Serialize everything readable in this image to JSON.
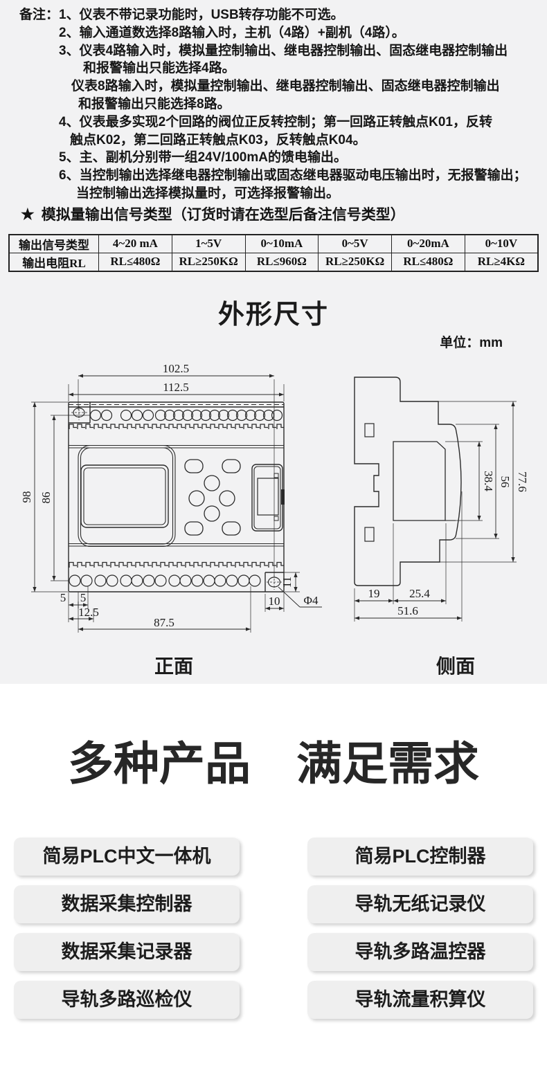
{
  "notes": {
    "label": "备注：",
    "lines": [
      "1、仪表不带记录功能时，USB转存功能不可选。",
      "2、输入通道数选择8路输入时，主机（4路）+副机（4路）。",
      "3、仪表4路输入时，模拟量控制输出、继电器控制输出、固态继电器控制输出",
      "和报警输出只能选择4路。",
      "仪表8路输入时，模拟量控制输出、继电器控制输出、固态继电器控制输出",
      "和报警输出只能选择8路。",
      "4、仪表最多实现2个回路的阀位正反转控制；第一回路正转触点K01，反转",
      "触点K02，第二回路正转触点K03，反转触点K04。",
      "5、主、副机分别带一组24V/100mA的馈电输出。",
      "6、当控制输出选择继电器控制输出或固态继电器驱动电压输出时，无报警输出；",
      "当控制输出选择模拟量时，可选择报警输出。"
    ]
  },
  "signal_table": {
    "star": "★",
    "heading": "模拟量输出信号类型（订货时请在选型后备注信号类型）",
    "rows": [
      {
        "header": "输出信号类型",
        "cells": [
          "4~20 mA",
          "1~5V",
          "0~10mA",
          "0~5V",
          "0~20mA",
          "0~10V"
        ]
      },
      {
        "header": "输出电阻RL",
        "cells": [
          "RL≤480Ω",
          "RL≥250KΩ",
          "RL≤960Ω",
          "RL≥250KΩ",
          "RL≤480Ω",
          "RL≥4KΩ"
        ]
      }
    ]
  },
  "dimensions": {
    "title": "外形尺寸",
    "unit": "单位：mm",
    "front_label": "正面",
    "side_label": "侧面",
    "front": {
      "w_inner": "102.5",
      "w_outer": "112.5",
      "h_outer": "98",
      "h_inner": "86",
      "b5a": "5",
      "b5b": "5",
      "b125": "12.5",
      "b875": "87.5",
      "r10": "10",
      "r11": "11",
      "hole": "Φ4"
    },
    "side": {
      "v1": "38.4",
      "v2": "56",
      "v3": "77.6",
      "b19": "19",
      "b254": "25.4",
      "b516": "51.6"
    }
  },
  "products": {
    "title": "多种产品　满足需求",
    "left": [
      "简易PLC中文一体机",
      "数据采集控制器",
      "数据采集记录器",
      "导轨多路巡检仪"
    ],
    "right": [
      "简易PLC控制器",
      "导轨无纸记录仪",
      "导轨多路温控器",
      "导轨流量积算仪"
    ]
  }
}
